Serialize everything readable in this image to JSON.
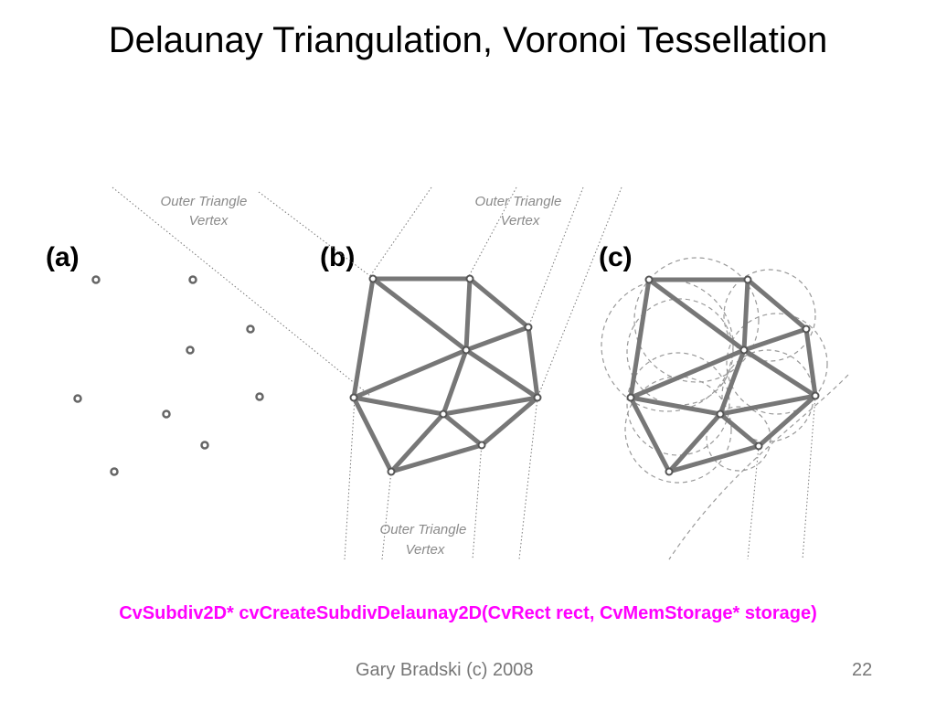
{
  "title": "Delaunay Triangulation, Voronoi Tessellation",
  "panels": [
    {
      "label": "(a)"
    },
    {
      "label": "(b)"
    },
    {
      "label": "(c)"
    }
  ],
  "annotations": {
    "outer_a_line1": "Outer Triangle",
    "outer_a_line2": "Vertex",
    "outer_b_line1": "Outer Triangle",
    "outer_b_line2": "Vertex",
    "outer_bottom_line1": "Outer Triangle",
    "outer_bottom_line2": "Vertex"
  },
  "code": {
    "text": "CvSubdiv2D* cvCreateSubdivDelaunay2D(CvRect rect, CvMemStorage* storage)",
    "color": "#ff00ff"
  },
  "footer": {
    "author": "Gary Bradski (c) 2008",
    "page": "22"
  },
  "colors": {
    "edge": "#777777",
    "point": "#666666",
    "dashed": "#999999",
    "annotation": "#8a8a8a"
  }
}
